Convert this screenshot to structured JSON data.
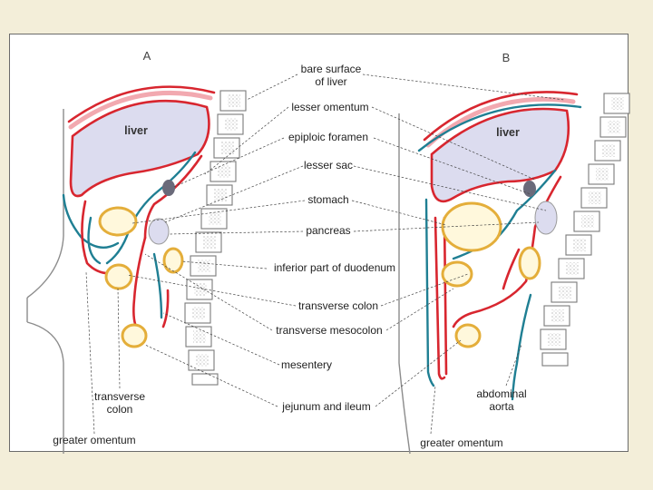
{
  "panels": {
    "a": {
      "letter": "A",
      "liver_label": "liver",
      "left_label_1": "transverse",
      "left_label_2": "colon",
      "bottom_label": "greater omentum"
    },
    "b": {
      "letter": "B",
      "liver_label": "liver",
      "right_label_1": "abdominal",
      "right_label_2": "aorta",
      "bottom_label": "greater omentum"
    }
  },
  "labels": {
    "bare_surface_1": "bare surface",
    "bare_surface_2": "of liver",
    "lesser_omentum": "lesser omentum",
    "epiploic_foramen": "epiploic foramen",
    "lesser_sac": "lesser sac",
    "stomach": "stomach",
    "pancreas": "pancreas",
    "inferior_duodenum": "inferior part of duodenum",
    "transverse_colon": "transverse colon",
    "transverse_mesocolon": "transverse mesocolon",
    "mesentery": "mesentery",
    "jejunum_ileum": "jejunum and ileum"
  },
  "colors": {
    "page_background": "#f3eed9",
    "peritoneum_red": "#d8262f",
    "peritoneum_teal": "#1f7f93",
    "organ_outline_yellow": "#e4ae3a",
    "liver_fill": "#dcdcef"
  }
}
